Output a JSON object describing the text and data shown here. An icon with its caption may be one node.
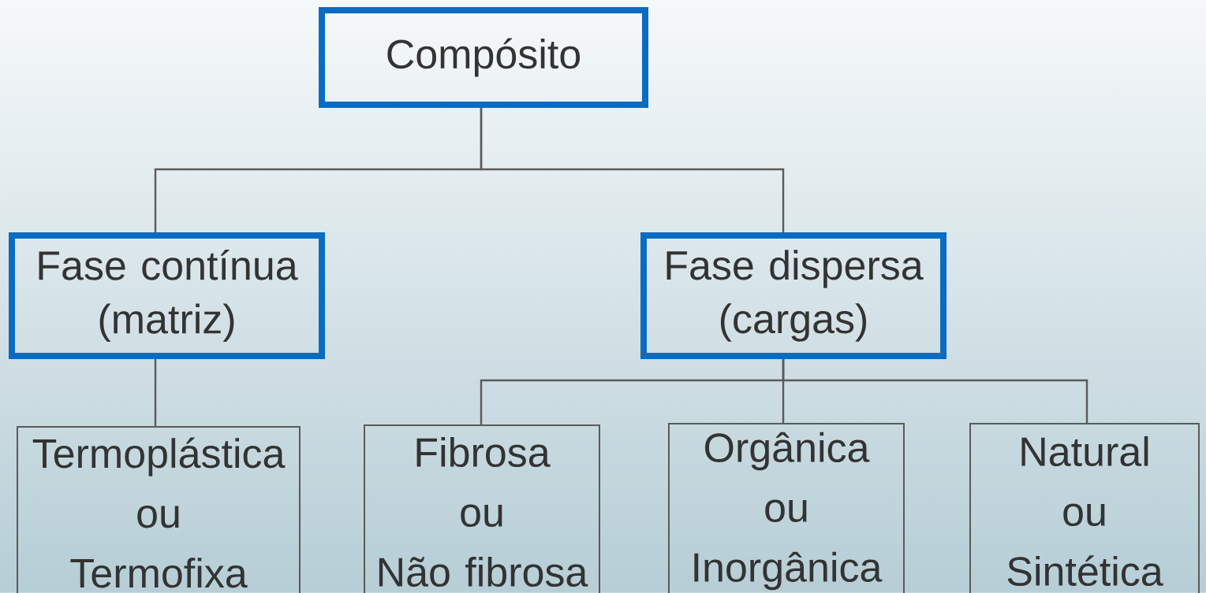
{
  "diagram": {
    "nodes": [
      {
        "text": [
          "Compósito"
        ]
      },
      {
        "text": [
          "Fase contínua (matriz)"
        ]
      },
      {
        "text": [
          "Fase dispersa (cargas)"
        ]
      },
      {
        "text": [
          "Termoplástica",
          "ou",
          "Termofixa"
        ]
      },
      {
        "text": [
          "Fibrosa",
          "ou",
          "Não fibrosa"
        ]
      },
      {
        "text": [
          "Orgânica",
          "ou",
          "Inorgânica"
        ]
      },
      {
        "text": [
          "Natural",
          "ou",
          "Sintética"
        ]
      }
    ],
    "edges": [
      {
        "from": 0,
        "to": 1,
        "arrow": "none"
      },
      {
        "from": 0,
        "to": 2,
        "arrow": "none"
      },
      {
        "from": 1,
        "to": 3,
        "arrow": "none"
      },
      {
        "from": 2,
        "to": 4,
        "arrow": "none"
      },
      {
        "from": 2,
        "to": 5,
        "arrow": "none"
      },
      {
        "from": 2,
        "to": 6,
        "arrow": "none"
      }
    ]
  }
}
